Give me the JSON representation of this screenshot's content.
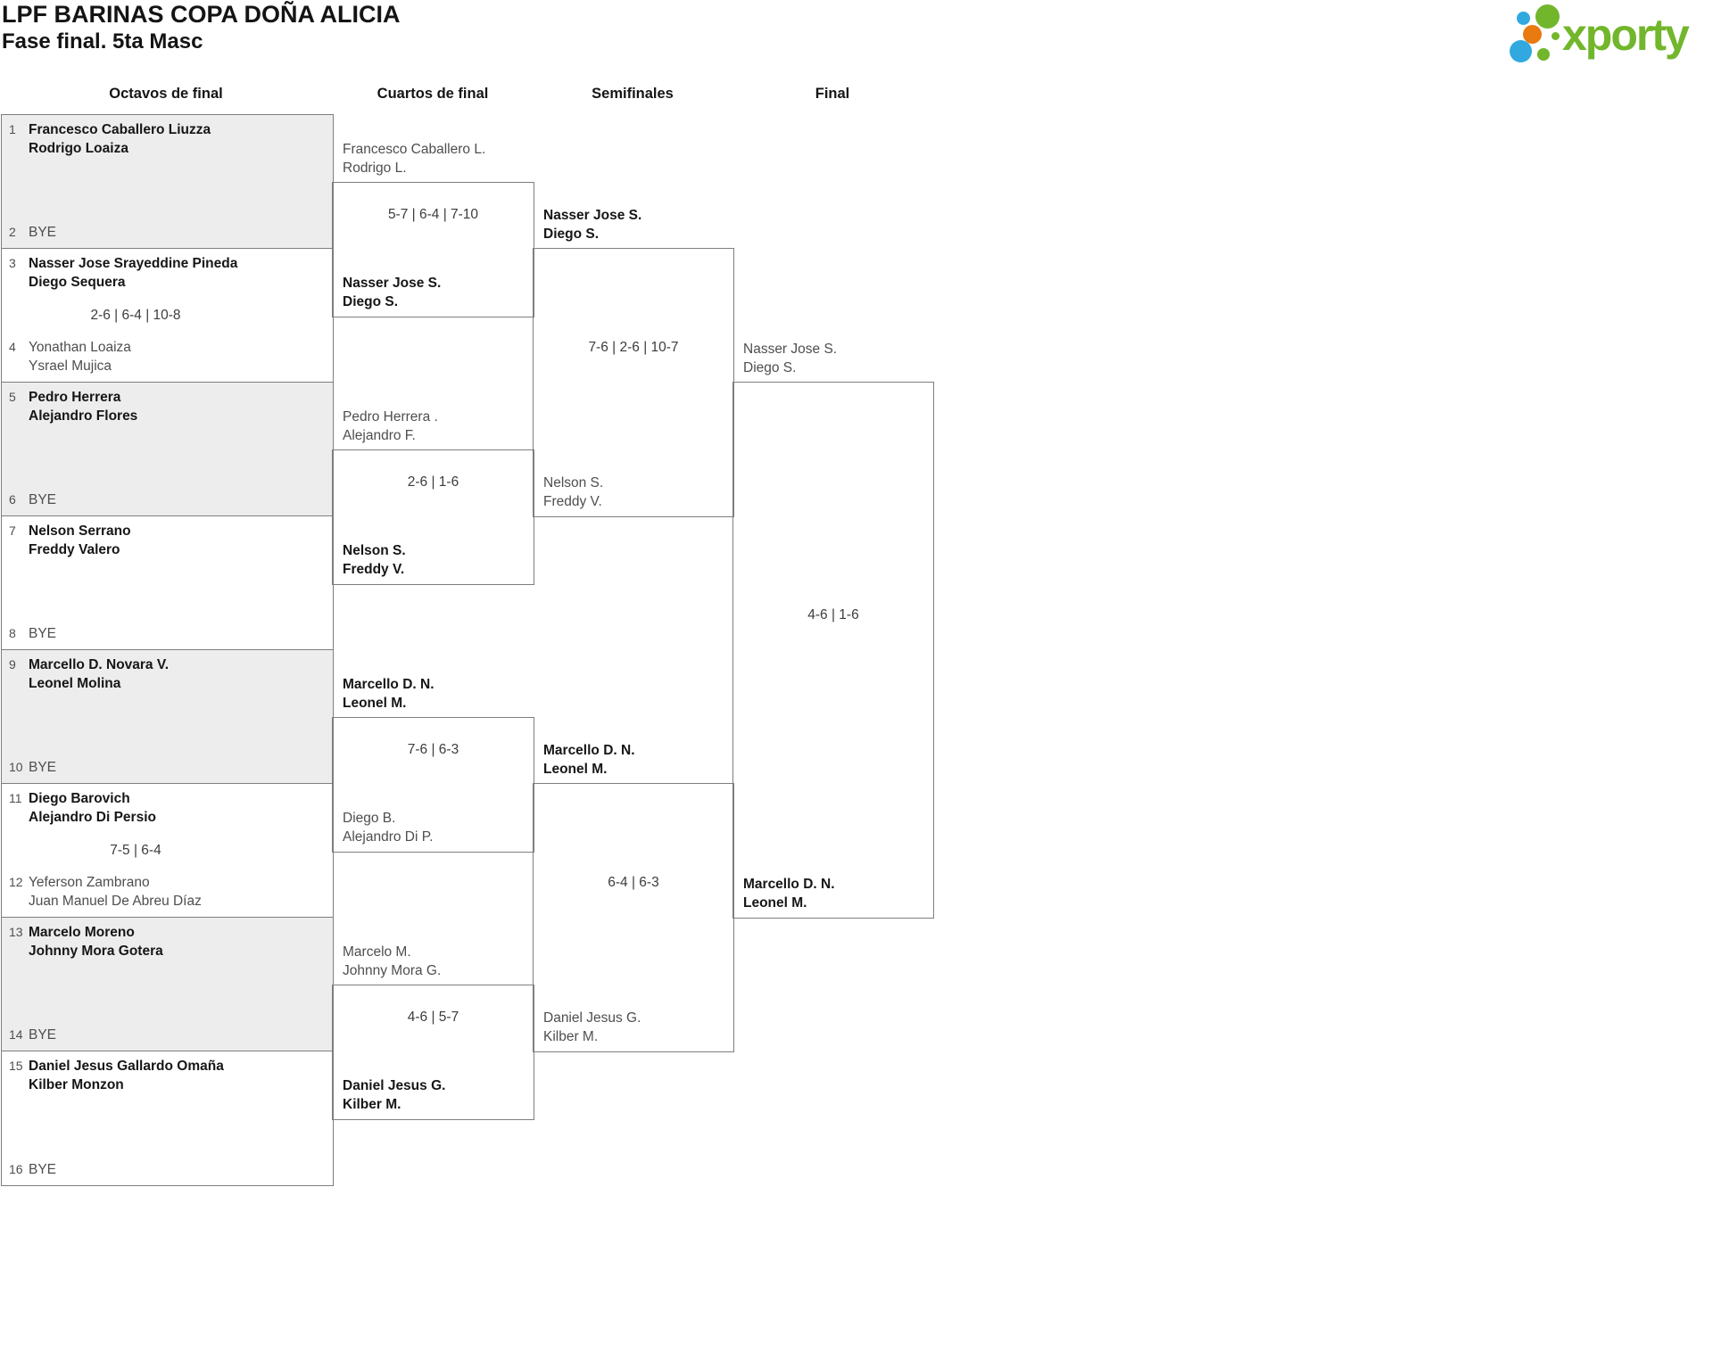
{
  "header": {
    "title": "LPF BARINAS COPA DOÑA ALICIA",
    "subtitle": "Fase final. 5ta Masc",
    "logo_text": "xporty"
  },
  "round_headers": [
    "Octavos de final",
    "Cuartos de final",
    "Semifinales",
    "Final"
  ],
  "colors": {
    "logo_green": "#72b62c",
    "logo_blue": "#31a9e0",
    "logo_orange": "#e87a10",
    "box_shaded": "#ededed",
    "line": "#7e7e7e",
    "winner_text": "#161616",
    "loser_text": "#4e4e4e"
  },
  "octavos": [
    {
      "top": {
        "seed": "1",
        "line1": "Francesco Caballero Liuzza",
        "line2": "Rodrigo Loaiza",
        "result": "winner"
      },
      "bottom": {
        "seed": "2",
        "line1": "BYE",
        "line2": "",
        "result": "loser"
      },
      "score": ""
    },
    {
      "top": {
        "seed": "3",
        "line1": "Nasser Jose Srayeddine Pineda",
        "line2": "Diego Sequera",
        "result": "winner"
      },
      "bottom": {
        "seed": "4",
        "line1": "Yonathan Loaiza",
        "line2": "Ysrael Mujica",
        "result": "loser"
      },
      "score": "2-6 | 6-4 | 10-8"
    },
    {
      "top": {
        "seed": "5",
        "line1": "Pedro Herrera",
        "line2": "Alejandro Flores",
        "result": "winner"
      },
      "bottom": {
        "seed": "6",
        "line1": "BYE",
        "line2": "",
        "result": "loser"
      },
      "score": ""
    },
    {
      "top": {
        "seed": "7",
        "line1": "Nelson Serrano",
        "line2": "Freddy Valero",
        "result": "winner"
      },
      "bottom": {
        "seed": "8",
        "line1": "BYE",
        "line2": "",
        "result": "loser"
      },
      "score": ""
    },
    {
      "top": {
        "seed": "9",
        "line1": "Marcello D. Novara V.",
        "line2": "Leonel Molina",
        "result": "winner"
      },
      "bottom": {
        "seed": "10",
        "line1": "BYE",
        "line2": "",
        "result": "loser"
      },
      "score": ""
    },
    {
      "top": {
        "seed": "11",
        "line1": "Diego Barovich",
        "line2": "Alejandro Di Persio",
        "result": "winner"
      },
      "bottom": {
        "seed": "12",
        "line1": "Yeferson Zambrano",
        "line2": "Juan Manuel De Abreu Díaz",
        "result": "loser"
      },
      "score": "7-5 | 6-4"
    },
    {
      "top": {
        "seed": "13",
        "line1": "Marcelo Moreno",
        "line2": "Johnny Mora Gotera",
        "result": "winner"
      },
      "bottom": {
        "seed": "14",
        "line1": "BYE",
        "line2": "",
        "result": "loser"
      },
      "score": ""
    },
    {
      "top": {
        "seed": "15",
        "line1": "Daniel Jesus Gallardo Omaña",
        "line2": "Kilber Monzon",
        "result": "winner"
      },
      "bottom": {
        "seed": "16",
        "line1": "BYE",
        "line2": "",
        "result": "loser"
      },
      "score": ""
    }
  ],
  "cuartos": [
    {
      "team1": {
        "line1": "Francesco Caballero L.",
        "line2": "Rodrigo L.",
        "result": "loser"
      },
      "team2": {
        "line1": "Nasser Jose S.",
        "line2": "Diego S.",
        "result": "winner"
      },
      "score": "5-7 | 6-4 | 7-10"
    },
    {
      "team1": {
        "line1": "Pedro Herrera .",
        "line2": "Alejandro F.",
        "result": "loser"
      },
      "team2": {
        "line1": "Nelson S.",
        "line2": "Freddy V.",
        "result": "winner"
      },
      "score": "2-6 | 1-6"
    },
    {
      "team1": {
        "line1": "Marcello D. N.",
        "line2": "Leonel M.",
        "result": "winner"
      },
      "team2": {
        "line1": "Diego B.",
        "line2": "Alejandro Di P.",
        "result": "loser"
      },
      "score": "7-6 | 6-3"
    },
    {
      "team1": {
        "line1": "Marcelo M.",
        "line2": "Johnny Mora G.",
        "result": "loser"
      },
      "team2": {
        "line1": "Daniel Jesus G.",
        "line2": "Kilber M.",
        "result": "winner"
      },
      "score": "4-6 | 5-7"
    }
  ],
  "semifinales": [
    {
      "team1": {
        "line1": "Nasser Jose S.",
        "line2": "Diego S.",
        "result": "winner"
      },
      "team2": {
        "line1": "Nelson S.",
        "line2": "Freddy V.",
        "result": "loser"
      },
      "score": "7-6 | 2-6 | 10-7"
    },
    {
      "team1": {
        "line1": "Marcello D. N.",
        "line2": "Leonel M.",
        "result": "winner"
      },
      "team2": {
        "line1": "Daniel Jesus G.",
        "line2": "Kilber M.",
        "result": "loser"
      },
      "score": "6-4 | 6-3"
    }
  ],
  "final": {
    "team1": {
      "line1": "Nasser Jose S.",
      "line2": "Diego S.",
      "result": "loser"
    },
    "team2": {
      "line1": "Marcello D. N.",
      "line2": "Leonel M.",
      "result": "winner"
    },
    "score": "4-6 | 1-6"
  }
}
